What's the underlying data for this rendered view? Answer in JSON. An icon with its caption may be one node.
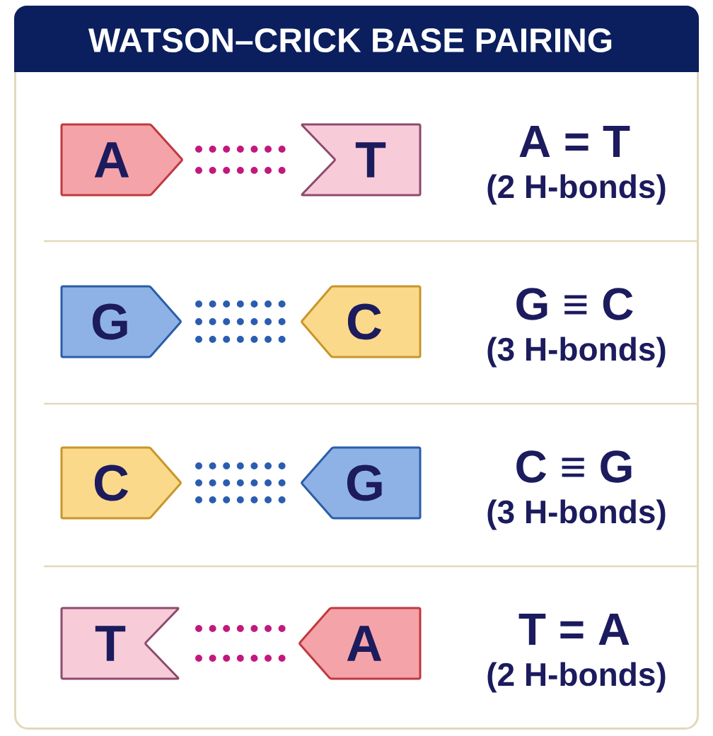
{
  "diagram": {
    "title": "WATSON–CRICK BASE PAIRING",
    "nodes": [
      {
        "text": [
          "A"
        ]
      },
      {
        "text": [
          "T"
        ]
      },
      {
        "text": [
          "G"
        ]
      },
      {
        "text": [
          "C"
        ]
      },
      {
        "text": [
          "C"
        ]
      },
      {
        "text": [
          "G"
        ]
      },
      {
        "text": [
          "T"
        ]
      },
      {
        "text": [
          "A"
        ]
      }
    ],
    "edges": [
      {
        "from": 0,
        "to": 1,
        "arrow": "none",
        "style": "dashed",
        "color": "#c2187e"
      },
      {
        "from": 0,
        "to": 1,
        "arrow": "none",
        "style": "dashed",
        "color": "#c2187e"
      },
      {
        "from": 2,
        "to": 3,
        "arrow": "none",
        "style": "dashed",
        "color": "#2a5db0"
      },
      {
        "from": 2,
        "to": 3,
        "arrow": "none",
        "style": "dashed",
        "color": "#2a5db0"
      },
      {
        "from": 2,
        "to": 3,
        "arrow": "none",
        "style": "dashed",
        "color": "#2a5db0"
      },
      {
        "from": 4,
        "to": 5,
        "arrow": "none",
        "style": "dashed",
        "color": "#2a5db0"
      },
      {
        "from": 4,
        "to": 5,
        "arrow": "none",
        "style": "dashed",
        "color": "#2a5db0"
      },
      {
        "from": 4,
        "to": 5,
        "arrow": "none",
        "style": "dashed",
        "color": "#2a5db0"
      },
      {
        "from": 6,
        "to": 7,
        "arrow": "none",
        "style": "dashed",
        "color": "#c2187e"
      },
      {
        "from": 6,
        "to": 7,
        "arrow": "none",
        "style": "dashed",
        "color": "#c2187e"
      }
    ],
    "labels": [
      "A = T",
      "(2 H-bonds)",
      "G ≡ C",
      "(3 H-bonds)",
      "C ≡ G",
      "(3 H-bonds)",
      "T = A",
      "(2 H-bonds)"
    ]
  }
}
